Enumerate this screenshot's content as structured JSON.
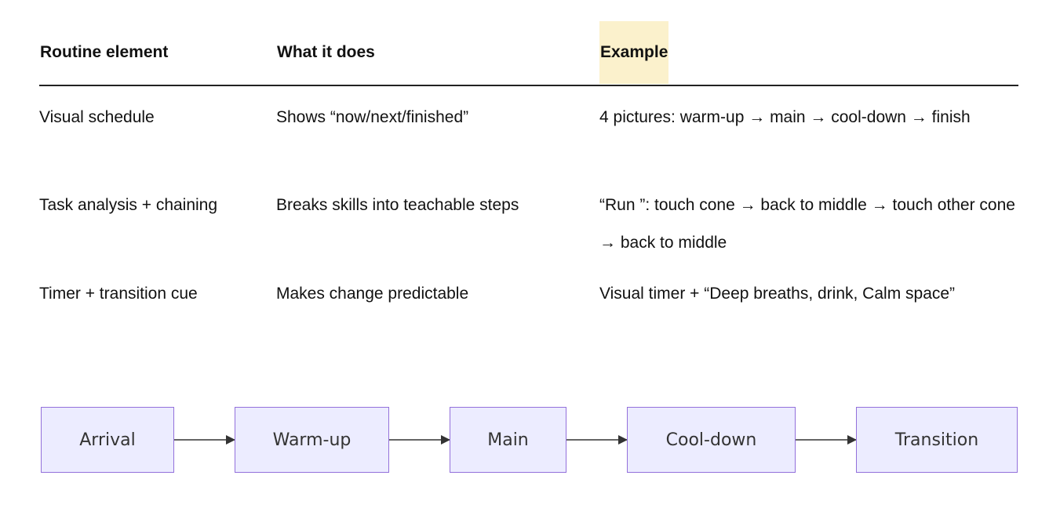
{
  "table": {
    "headers": [
      "Routine element",
      "What it does",
      "Example"
    ],
    "header_highlight_color": "#fbf1cc",
    "rows": [
      {
        "element": "Visual schedule",
        "does": "Shows “now/next/finished”",
        "example": "4 pictures: warm-up → main → cool-down → finish"
      },
      {
        "element": "Task analysis + chaining",
        "does": "Breaks skills into teachable steps",
        "example": "“Run ”: touch cone → back to middle → touch other cone → back to middle"
      },
      {
        "element": "Timer + transition cue",
        "does": "Makes change predictable",
        "example": "Visual timer + “Deep breaths, drink, Calm space”"
      }
    ]
  },
  "flow": {
    "node_fill": "#ececff",
    "node_stroke": "#9370db",
    "edge_color": "#333333",
    "nodes": [
      "Arrival",
      "Warm-up",
      "Main",
      "Cool-down",
      "Transition"
    ]
  }
}
